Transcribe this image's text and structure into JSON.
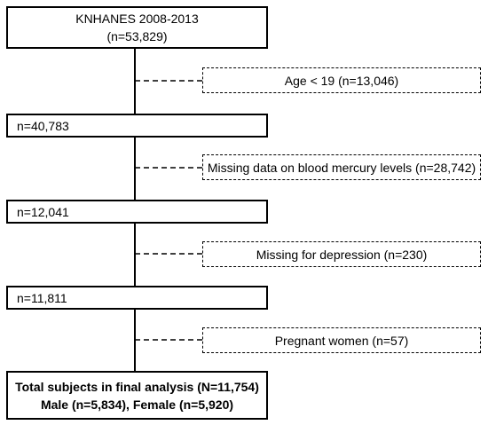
{
  "flowchart": {
    "source_box": {
      "line1": "KNHANES 2008-2013",
      "line2": "(n=53,829)"
    },
    "step1": {
      "exclusion": "Age < 19 (n=13,046)",
      "remaining": "n=40,783"
    },
    "step2": {
      "exclusion": "Missing data on blood mercury levels (n=28,742)",
      "remaining": "n=12,041"
    },
    "step3": {
      "exclusion": "Missing for depression (n=230)",
      "remaining": "n=11,811"
    },
    "step4": {
      "exclusion": "Pregnant women (n=57)"
    },
    "final_box": {
      "line1": "Total subjects in final analysis (N=11,754)",
      "line2": "Male (n=5,834), Female (n=5,920)"
    }
  }
}
